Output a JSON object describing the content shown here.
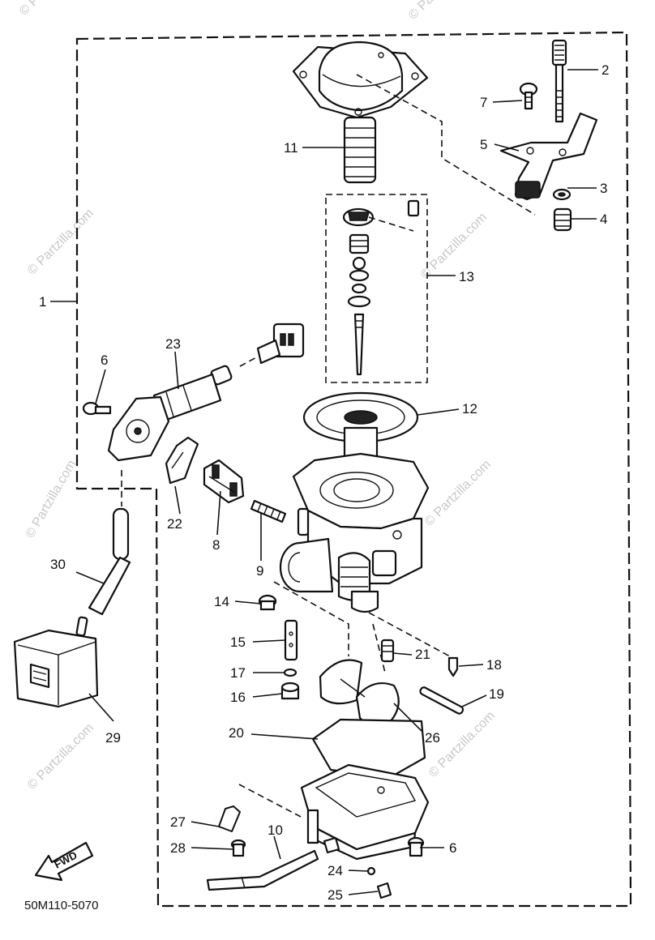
{
  "watermark": "© Partzilla.com",
  "diagram_code": "50M110-5070",
  "fwd_label": "FWD",
  "callouts": {
    "c1": "1",
    "c2": "2",
    "c3": "3",
    "c4": "4",
    "c5": "5",
    "c6a": "6",
    "c6b": "6",
    "c7": "7",
    "c8": "8",
    "c9": "9",
    "c10": "10",
    "c11": "11",
    "c12": "12",
    "c13": "13",
    "c14": "14",
    "c15": "15",
    "c16": "16",
    "c17": "17",
    "c18": "18",
    "c19": "19",
    "c20": "20",
    "c21": "21",
    "c22": "22",
    "c23": "23",
    "c24": "24",
    "c25": "25",
    "c26": "26",
    "c27": "27",
    "c28": "28",
    "c29": "29",
    "c30": "30"
  }
}
